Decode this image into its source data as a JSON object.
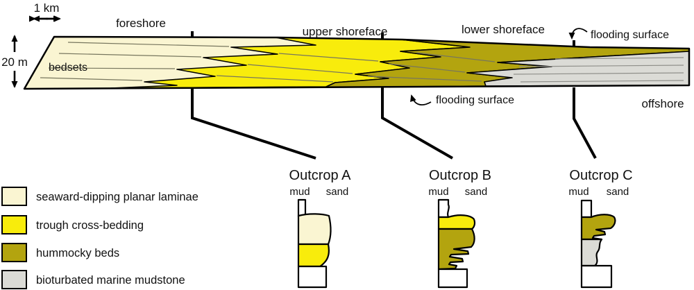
{
  "scale_bar": {
    "horizontal_label": "1 km",
    "vertical_label": "20 m"
  },
  "section": {
    "zones": [
      {
        "label": "foreshore"
      },
      {
        "label": "upper shoreface"
      },
      {
        "label": "lower shoreface"
      },
      {
        "label": "offshore"
      }
    ],
    "bedsets_label": "bedsets",
    "flooding_surface_upper": "flooding surface",
    "flooding_surface_lower": "flooding surface"
  },
  "outcrops": [
    {
      "title": "Outcrop A",
      "grain_left": "mud",
      "grain_right": "sand"
    },
    {
      "title": "Outcrop B",
      "grain_left": "mud",
      "grain_right": "sand"
    },
    {
      "title": "Outcrop C",
      "grain_left": "mud",
      "grain_right": "sand"
    }
  ],
  "legend": {
    "items": [
      {
        "label": "seaward-dipping planar laminae",
        "color": "#FAF5D2"
      },
      {
        "label": "trough cross-bedding",
        "color": "#F8EC0C"
      },
      {
        "label": "hummocky beds",
        "color": "#B3A40F"
      },
      {
        "label": "bioturbated marine mudstone",
        "color": "#DBDBD6"
      }
    ]
  }
}
